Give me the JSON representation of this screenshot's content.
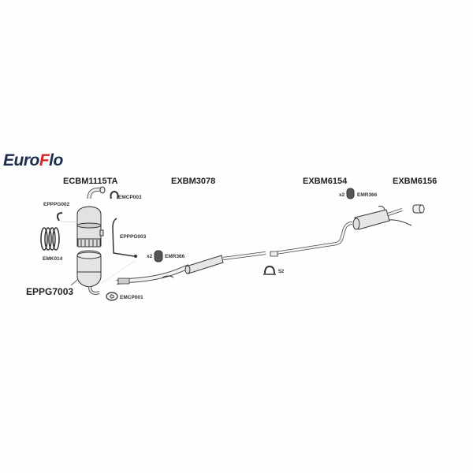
{
  "brand": {
    "part1": "Euro",
    "part2": "F",
    "part3": "lo",
    "primary_color": "#1d2b4f",
    "accent_color": "#d7262b"
  },
  "section_headers": {
    "front": "ECBM1115TA",
    "middle": "EXBM3078",
    "rear_box": "EXBM6154",
    "tail": "EXBM6156"
  },
  "part_labels": {
    "clamp_top": "EMCP003",
    "pipe_small": "EPPPG002",
    "pipe_sensor": "EPPPG003",
    "gasket_ring": "EMK014",
    "cat_converter": "EPPG7003",
    "clamp_bottom": "EMCP001",
    "rubber_mount_front": "EMR366",
    "rubber_mount_front_qty": "x2",
    "rubber_mount_rear": "EMR366",
    "rubber_mount_rear_qty": "x2",
    "u_clamp_size": "52"
  }
}
